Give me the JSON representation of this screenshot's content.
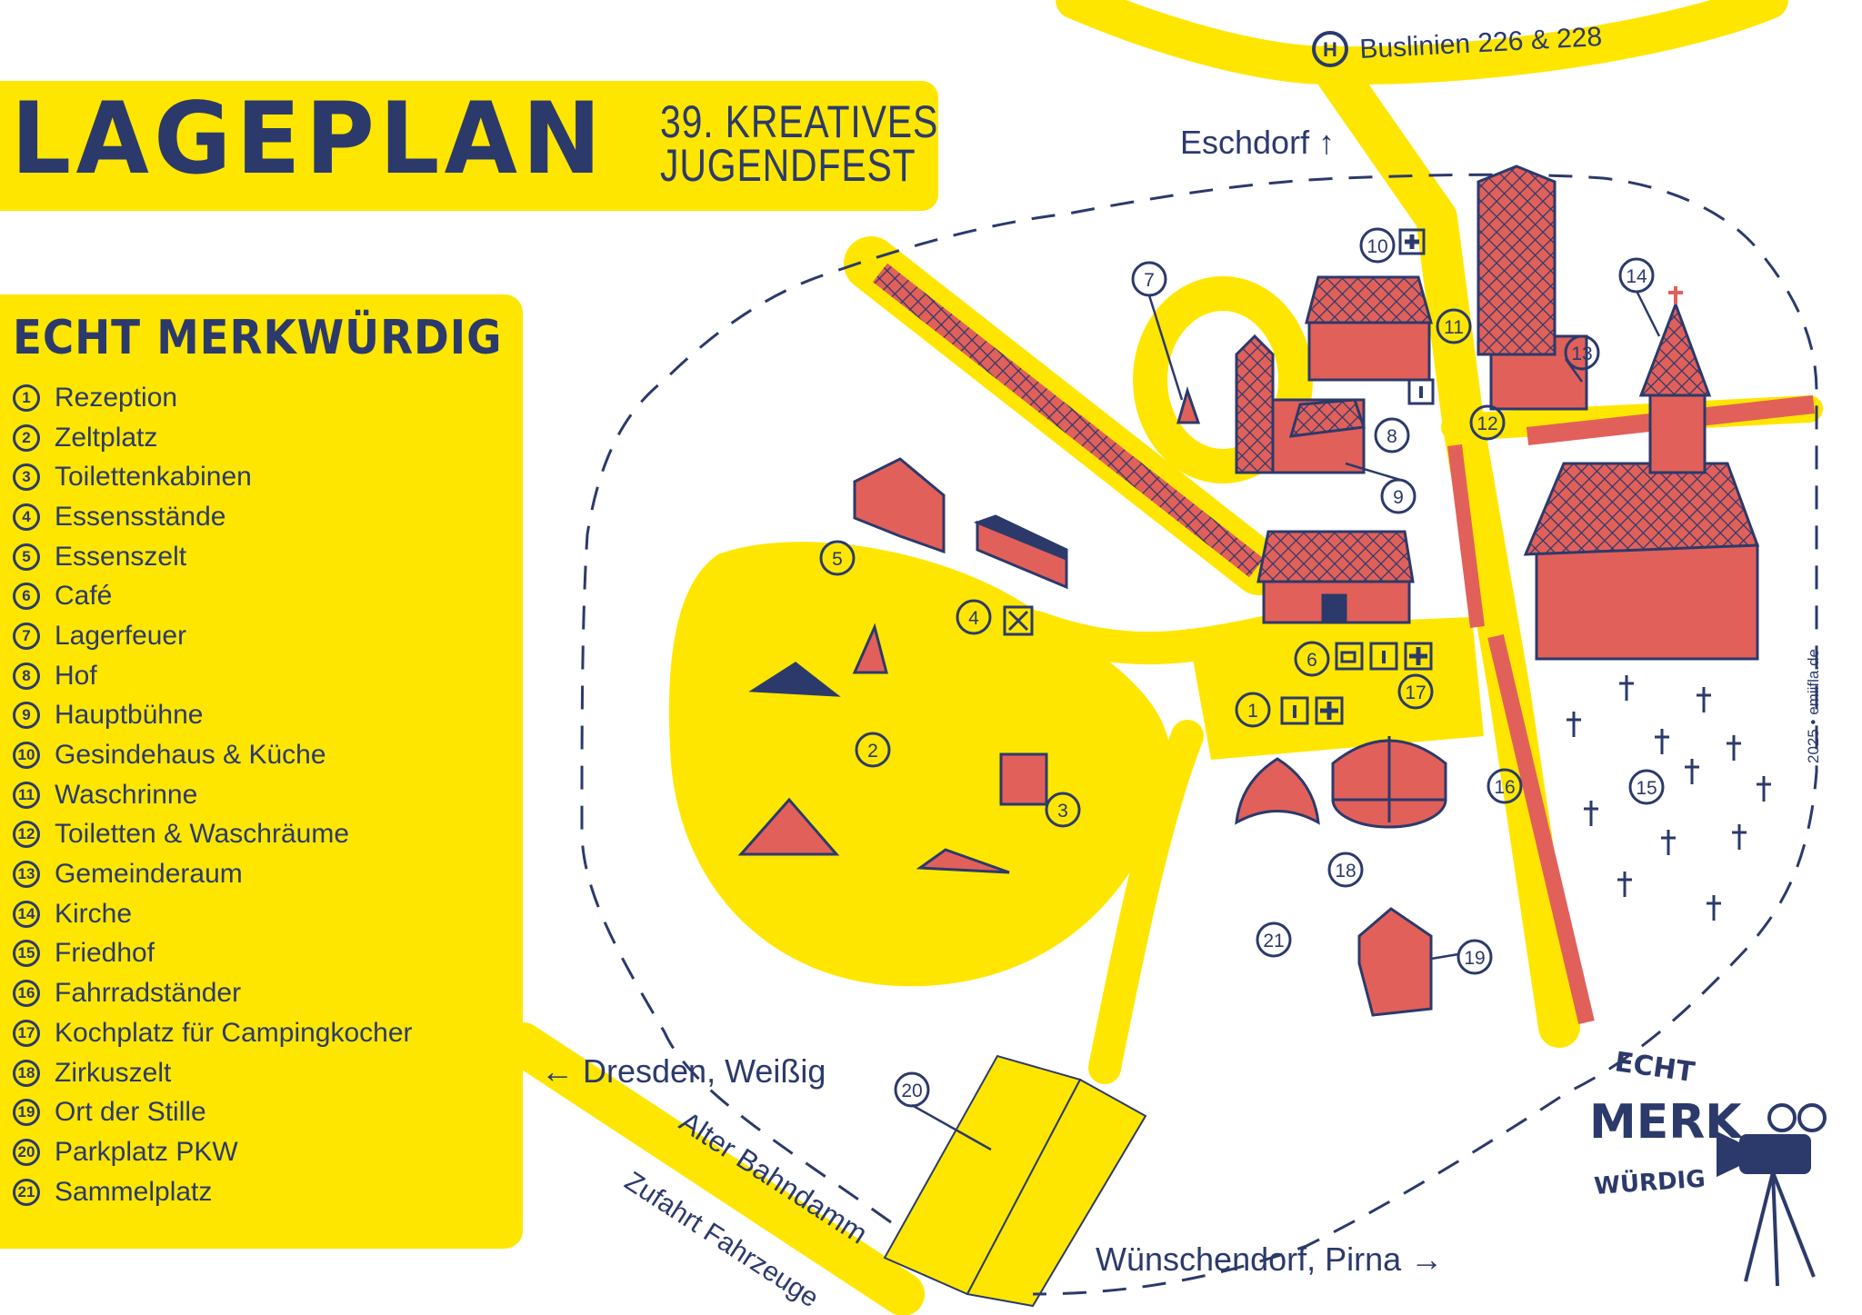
{
  "header": {
    "title": "LAGEPLAN",
    "subtitle_line1": "39. KREATIVES",
    "subtitle_line2": "JUGENDFEST"
  },
  "legend": {
    "title": "ECHT MERKWÜRDIG",
    "items": [
      {
        "num": "1",
        "label": "Rezeption"
      },
      {
        "num": "2",
        "label": "Zeltplatz"
      },
      {
        "num": "3",
        "label": "Toilettenkabinen"
      },
      {
        "num": "4",
        "label": "Essensstände"
      },
      {
        "num": "5",
        "label": "Essenszelt"
      },
      {
        "num": "6",
        "label": "Café"
      },
      {
        "num": "7",
        "label": "Lagerfeuer"
      },
      {
        "num": "8",
        "label": "Hof"
      },
      {
        "num": "9",
        "label": "Hauptbühne"
      },
      {
        "num": "10",
        "label": "Gesindehaus & Küche"
      },
      {
        "num": "11",
        "label": "Waschrinne"
      },
      {
        "num": "12",
        "label": "Toiletten & Waschräume"
      },
      {
        "num": "13",
        "label": "Gemeinderaum"
      },
      {
        "num": "14",
        "label": "Kirche"
      },
      {
        "num": "15",
        "label": "Friedhof"
      },
      {
        "num": "16",
        "label": "Fahrradständer"
      },
      {
        "num": "17",
        "label": "Kochplatz für Campingkocher"
      },
      {
        "num": "18",
        "label": "Zirkuszelt"
      },
      {
        "num": "19",
        "label": "Ort der Stille"
      },
      {
        "num": "20",
        "label": "Parkplatz PKW"
      },
      {
        "num": "21",
        "label": "Sammelplatz"
      }
    ]
  },
  "map": {
    "bus_stop_symbol": "H",
    "bus_label": "Buslinien 226 & 228",
    "eschdorf": "Eschdorf ↑",
    "dresden": "← Dresden, Weißig",
    "alter_bahndamm": "Alter Bahndamm",
    "zufahrt": "Zufahrt Fahrzeuge",
    "wuenschendorf": "Wünschendorf, Pirna →",
    "markers": [
      "1",
      "2",
      "3",
      "4",
      "5",
      "6",
      "7",
      "8",
      "9",
      "10",
      "11",
      "12",
      "13",
      "14",
      "15",
      "16",
      "17",
      "18",
      "19",
      "20",
      "21"
    ],
    "icons": [
      "first-aid-icon",
      "info-icon",
      "coffee-icon",
      "cutlery-icon",
      "bus-stop-icon"
    ]
  },
  "logo": {
    "line1": "ECHT",
    "line2": "MERK",
    "line3": "WÜRDIG"
  },
  "watermark": "2025 • emiifla.de",
  "colors": {
    "yellow": "#ffe600",
    "navy": "#2b3a6b",
    "red": "#e2605a"
  }
}
